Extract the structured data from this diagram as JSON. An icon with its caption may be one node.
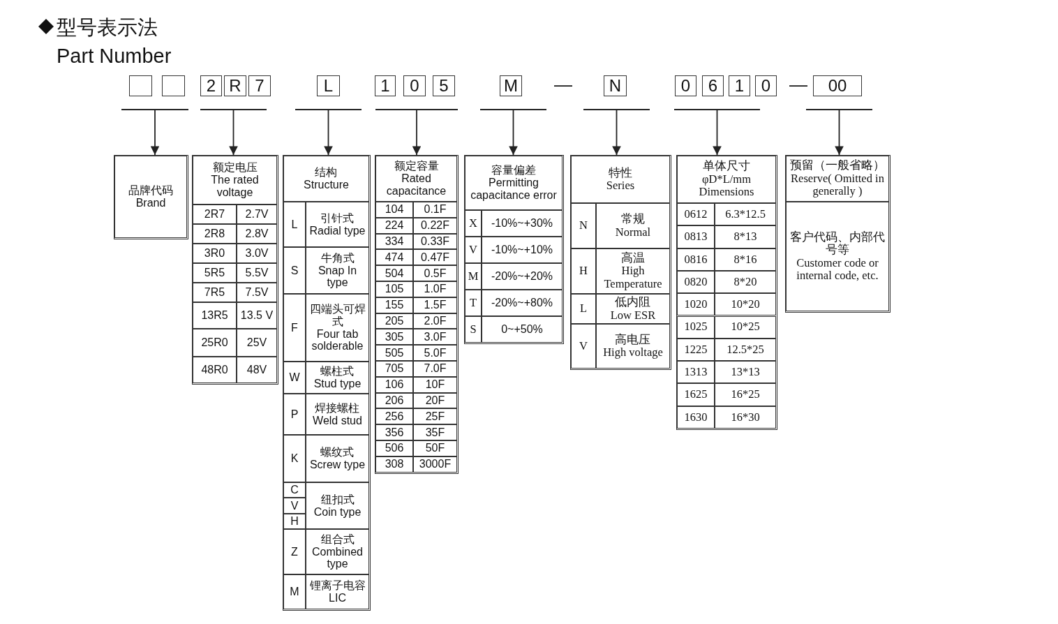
{
  "diagram": {
    "title": "型号表示法",
    "nodes": [
      {
        "text": [],
        "shape": "box"
      },
      {
        "text": [],
        "shape": "box"
      },
      {
        "text": [
          "2"
        ]
      },
      {
        "text": [
          "R"
        ]
      },
      {
        "text": [
          "7"
        ]
      },
      {
        "text": [
          "L"
        ]
      },
      {
        "text": [
          "1"
        ]
      },
      {
        "text": [
          "0"
        ]
      },
      {
        "text": [
          "5"
        ]
      },
      {
        "text": [
          "M"
        ]
      },
      {
        "text": [
          "N"
        ]
      },
      {
        "text": [
          "0"
        ]
      },
      {
        "text": [
          "6"
        ]
      },
      {
        "text": [
          "1"
        ]
      },
      {
        "text": [
          "0"
        ]
      },
      {
        "text": [
          "00"
        ]
      },
      {
        "text": [],
        "shape": "bar"
      },
      {
        "text": [],
        "shape": "bar"
      },
      {
        "text": [],
        "shape": "bar"
      },
      {
        "text": [],
        "shape": "bar"
      },
      {
        "text": [],
        "shape": "bar"
      },
      {
        "text": [],
        "shape": "bar"
      },
      {
        "text": [],
        "shape": "bar"
      },
      {
        "text": [],
        "shape": "bar"
      },
      {
        "text": [
          "品牌代码 Brand"
        ]
      },
      {
        "text": [
          "额定电压 The rated voltage",
          "2R7",
          "2.7V",
          "2R8",
          "2.8V",
          "3R0",
          "3.0V",
          "5R5",
          "5.5V",
          "7R5",
          "7.5V",
          "13R5",
          "13.5 V",
          "25R0",
          "25V",
          "48R0",
          "48V"
        ]
      },
      {
        "text": [
          "结构 Structure",
          "L",
          "引针式 Radial type",
          "S",
          "牛角式 Snap In type",
          "F",
          "四端头可焊式 Four tab solderable",
          "W",
          "螺柱式 Stud type",
          "P",
          "焊接螺柱 Weld stud",
          "K",
          "螺纹式 Screw type",
          "C",
          "V",
          "H",
          "纽扣式 Coin type",
          "Z",
          "组合式 Combined type",
          "M",
          "锂离子电容LIC"
        ]
      },
      {
        "text": [
          "额定容量 Rated capacitance",
          "104",
          "0.1F",
          "224",
          "0.22F",
          "334",
          "0.33F",
          "474",
          "0.47F",
          "504",
          "0.5F",
          "105",
          "1.0F",
          "155",
          "1.5F",
          "205",
          "2.0F",
          "305",
          "3.0F",
          "505",
          "5.0F",
          "705",
          "7.0F",
          "106",
          "10F",
          "206",
          "20F",
          "256",
          "25F",
          "356",
          "35F",
          "506",
          "50F",
          "308",
          "3000F"
        ]
      },
      {
        "text": [
          "容量偏差 Permitting capacitance error",
          "X",
          "-10%~+30%",
          "V",
          "-10%~+10%",
          "M",
          "-20%~+20%",
          "T",
          "-20%~+80%",
          "S",
          "0~+50%"
        ]
      },
      {
        "text": [
          "特性 Series",
          "N",
          "常规 Normal",
          "H",
          "高温 High Temperature",
          "L",
          "低内阻 Low ESR",
          "V",
          "高电压 High voltage"
        ]
      },
      {
        "text": [
          "单体尺寸 φD*L/mm Dimensions",
          "0612",
          "6.3*12.5",
          "0813",
          "8*13",
          "0816",
          "8*16",
          "0820",
          "8*20",
          "1020",
          "10*20",
          "1025",
          "10*25",
          "1225",
          "12.5*25",
          "1313",
          "13*13",
          "1625",
          "16*25",
          "1630",
          "16*30"
        ]
      },
      {
        "text": [
          "预留（一般省略） Reserve( Omitted in generally )",
          "客户代码、内部代号等 Customer code or internal code, etc."
        ]
      }
    ],
    "edges": [
      {
        "from": 16,
        "to": 24,
        "arrow": "to"
      },
      {
        "from": 17,
        "to": 25,
        "arrow": "to"
      },
      {
        "from": 18,
        "to": 26,
        "arrow": "to"
      },
      {
        "from": 19,
        "to": 27,
        "arrow": "to"
      },
      {
        "from": 20,
        "to": 28,
        "arrow": "to"
      },
      {
        "from": 21,
        "to": 29,
        "arrow": "to"
      },
      {
        "from": 22,
        "to": 30,
        "arrow": "to"
      },
      {
        "from": 23,
        "to": 31,
        "arrow": "to"
      }
    ],
    "labels": [
      "Part Number",
      "—",
      "—"
    ]
  }
}
